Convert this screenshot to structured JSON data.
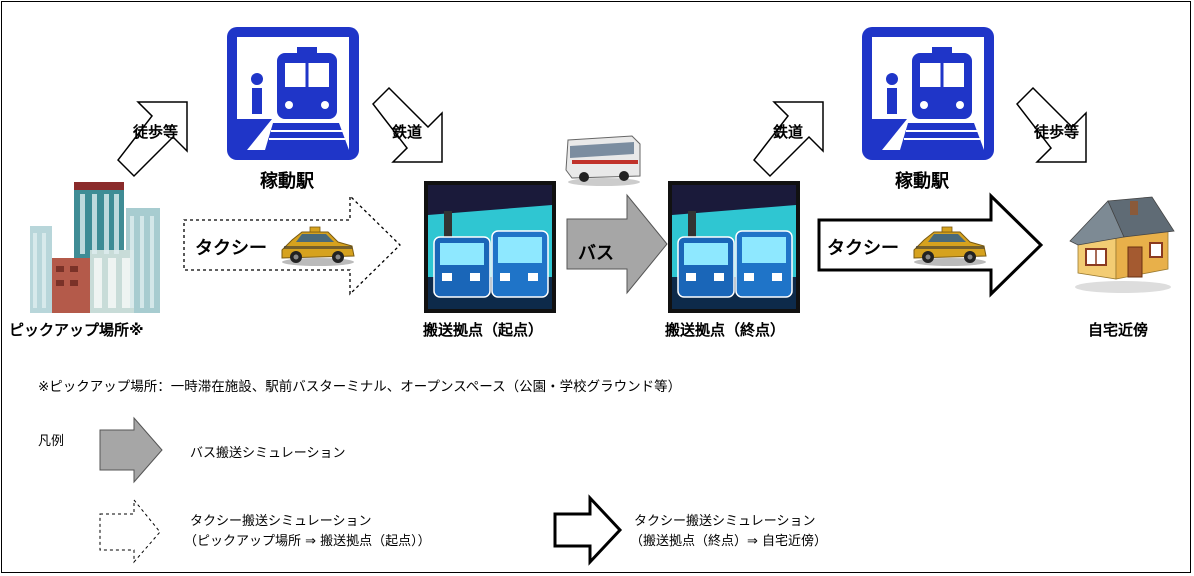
{
  "diagram": {
    "pickup_label": "ピックアップ場所※",
    "station_label_1": "稼動駅",
    "station_label_2": "稼動駅",
    "hub_start_label": "搬送拠点（起点）",
    "hub_end_label": "搬送拠点（終点）",
    "home_label": "自宅近傍",
    "walk_label_1": "徒歩等",
    "walk_label_2": "徒歩等",
    "rail_label_1": "鉄道",
    "rail_label_2": "鉄道",
    "taxi_label_1": "タクシー",
    "taxi_label_2": "タクシー",
    "bus_label": "バス"
  },
  "footnote": "※ピックアップ場所：一時滞在施設、駅前バスターミナル、オープンスペース（公園・学校グラウンド等）",
  "legend": {
    "title": "凡例",
    "bus_desc": "バス搬送シミュレーション",
    "taxi1_line1": "タクシー搬送シミュレーション",
    "taxi1_line2": "（ピックアップ場所 ⇒ 搬送拠点（起点））",
    "taxi2_line1": "タクシー搬送シミュレーション",
    "taxi2_line2": "（搬送拠点（終点）⇒ 自宅近傍）"
  },
  "colors": {
    "station_blue": "#1f35c8",
    "bus_arrow": "#a6a6a6",
    "hub_sky": "#2fc6d2"
  }
}
